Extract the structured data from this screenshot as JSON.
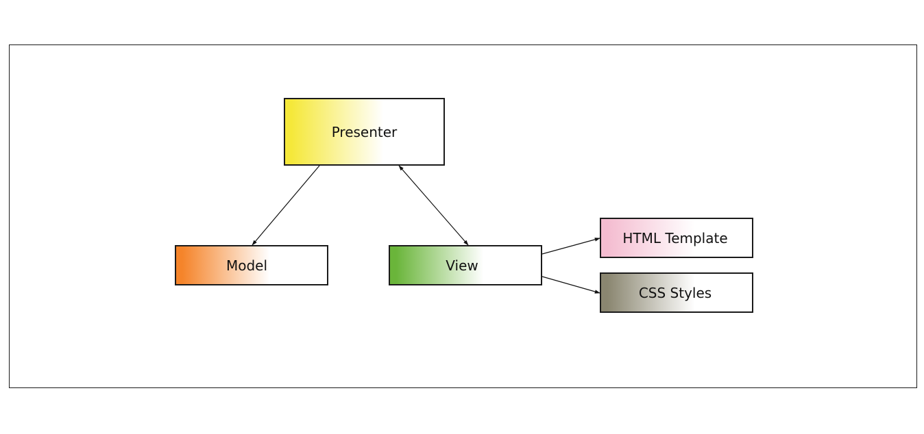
{
  "nodes": {
    "presenter": {
      "label": "Presenter",
      "color": "#f5e83a"
    },
    "model": {
      "label": "Model",
      "color": "#f5842a"
    },
    "view": {
      "label": "View",
      "color": "#6ab53a"
    },
    "html_template": {
      "label": "HTML Template",
      "color": "#f4bcd0"
    },
    "css_styles": {
      "label": "CSS Styles",
      "color": "#8a8670"
    }
  },
  "edges": [
    {
      "from": "Presenter",
      "to": "Model",
      "direction": "forward"
    },
    {
      "from": "Presenter",
      "to": "View",
      "direction": "both"
    },
    {
      "from": "View",
      "to": "HTML Template",
      "direction": "forward"
    },
    {
      "from": "View",
      "to": "CSS Styles",
      "direction": "forward"
    }
  ]
}
